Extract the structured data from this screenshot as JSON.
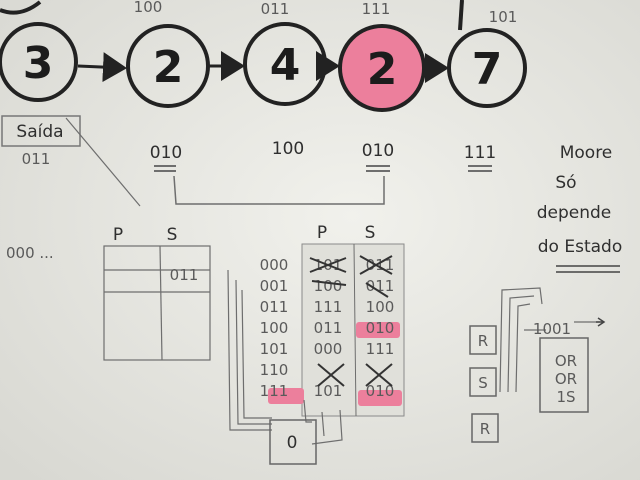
{
  "colors": {
    "board": "#ebebe6",
    "ink": "#222222",
    "highlight_pink": "#ec7f9c"
  },
  "states": [
    {
      "value": "3",
      "code": ""
    },
    {
      "value": "2",
      "code": "100"
    },
    {
      "value": "4",
      "code": "011"
    },
    {
      "value": "2",
      "code": "111"
    },
    {
      "value": "7",
      "code": "101"
    }
  ],
  "saida_label": "Saída",
  "saida_value": "011",
  "mid_codes": [
    "010",
    "100",
    "010",
    "111"
  ],
  "moore_note": [
    "Moore",
    "Só",
    "depende",
    "do Estado"
  ],
  "left_row": "000 ...",
  "left_table": {
    "p": "P",
    "s": "S",
    "cell": "011"
  },
  "main_table": {
    "p": "P",
    "s": "S",
    "rows": [
      {
        "a": "000",
        "b": "101",
        "c": "011"
      },
      {
        "a": "001",
        "b": "100",
        "c": "011"
      },
      {
        "a": "011",
        "b": "111",
        "c": "100"
      },
      {
        "a": "100",
        "b": "011",
        "c": "010"
      },
      {
        "a": "101",
        "b": "000",
        "c": "111"
      },
      {
        "a": "110",
        "b": "",
        "c": ""
      },
      {
        "a": "111",
        "b": "101",
        "c": "010"
      }
    ]
  },
  "bottom_box": "0",
  "right_boxes": [
    "R",
    "S",
    "R"
  ],
  "or_gate": {
    "top": "1001",
    "lines": [
      "OR",
      "OR",
      "1S"
    ]
  }
}
